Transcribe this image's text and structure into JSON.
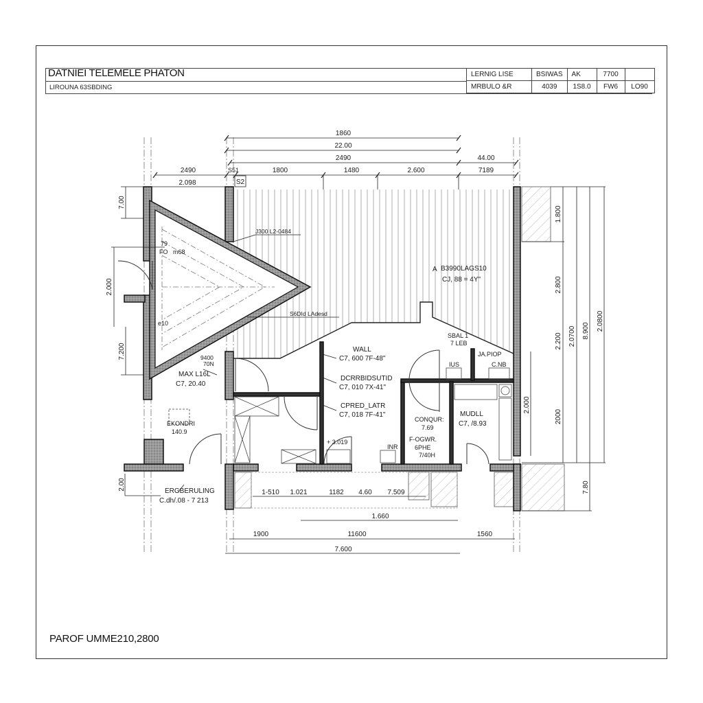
{
  "title_block": {
    "project_title": "DATNIEI TELEMELE PHATON",
    "subtitle": "LIROUNA 63SBDING",
    "rows": [
      [
        "LERNIG LISE",
        "BSIWAS",
        "AK",
        "7700",
        ""
      ],
      [
        "MRBULO &R",
        "4039",
        "1S8.0",
        "FW6",
        "LO90"
      ]
    ]
  },
  "footer": {
    "label": "PAROF UMME210,2800"
  },
  "dimensions": {
    "top": {
      "overall_1": "1860",
      "overall_2": "22.00",
      "overall_3": "2490",
      "right_total": "44.00",
      "left_span": "2490",
      "left_sub": "2.098",
      "s1": "S51",
      "s2": "S2",
      "seg_1": "1800",
      "seg_2": "1480",
      "seg_3": "2.600",
      "seg_4": "7189"
    },
    "left": {
      "d1": "7.00",
      "d2": "2.000",
      "d3": "7.200",
      "d4": "2.00"
    },
    "right": {
      "d1": "1.800",
      "d2": "2.800",
      "d3": "2.200",
      "d4": "2000",
      "d5": "2.000",
      "d6": "2.0700",
      "d7": "8.900",
      "d8": "2.0800",
      "d9": "7.80"
    },
    "bottom": {
      "inner_1": "1-510",
      "inner_2": "1.021",
      "inner_3": "1182",
      "inner_4": "4.60",
      "inner_5": "7.509",
      "mid": "1.660",
      "seg_1": "1900",
      "seg_2": "11600",
      "seg_3": "1560",
      "overall": "7.600"
    }
  },
  "labels": {
    "tri_leader_top": "J300 L2-0484",
    "tri_leader_bottom": "S6DId LAdesd",
    "tri_tag_top": "79",
    "tri_tag_box": "FO",
    "tri_tag_side": "m68",
    "tri_tag_bottom": "e10",
    "big_room_code": "B3990LAGS10",
    "big_room_value": "CJ, 88 = 4Y\"",
    "big_room_marker": "A",
    "wall_name": "WALL",
    "wall_value": "C7, 600 7F-48\"",
    "corridor_name": "DCRRBIDSUTID",
    "corridor_value": "C7, 010 7X-41\"",
    "cpred_name": "CPRED_LATR",
    "cpred_value": "C7, 018 7F-41\"",
    "max_name": "MAX L16L",
    "max_value": "C7, 20.40",
    "tag_9400": "9400",
    "tag_70n": "70N",
    "ekon_name": "EKONDRI",
    "ekon_value": "140.9",
    "ergo_name": "ERGBERULING",
    "ergo_value": "C.dh/.08 - 7 213",
    "sbal_name": "SBAL 1",
    "sbal_value": "7 LEB",
    "japiop": "JA.PIOP",
    "cnb": "C.NB",
    "ius": "IUS",
    "conqur_name": "CONQUR:",
    "conqur_value": "7.69",
    "fogwr_name": "F-OGWR.",
    "fogwr_value": "6PHE",
    "fogwr_extra": "7/40H",
    "mudll_name": "MUDLL",
    "mudll_value": "C7, /8.93",
    "inr": "INR",
    "plus_value": "+ 3.019"
  },
  "colors": {
    "line": "#1a1a1a",
    "wall_fill": "#8c8c8c",
    "hatch": "#9a9a9a",
    "paper": "#ffffff"
  }
}
